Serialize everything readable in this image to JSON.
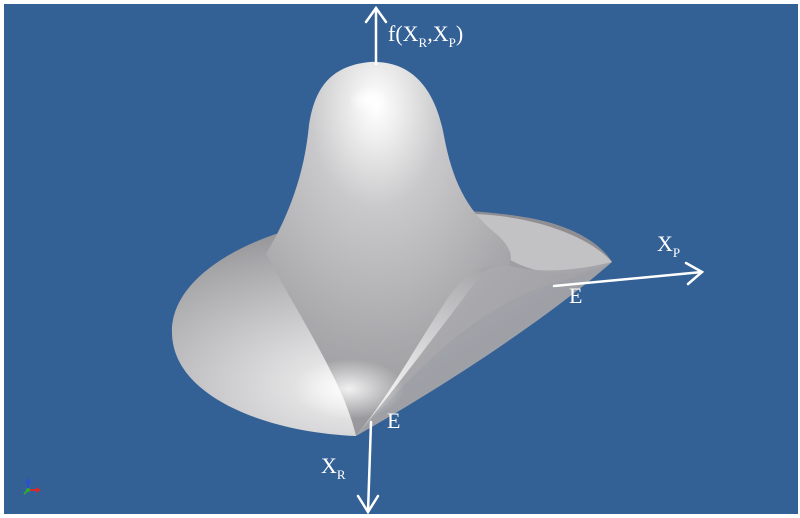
{
  "viewport": {
    "background": "#336095"
  },
  "labels": {
    "f_prefix": "f(X",
    "f_sub1": "R",
    "f_mid": ",X",
    "f_sub2": "P",
    "f_suffix": ")",
    "xp_main": "X",
    "xp_sub": "P",
    "xr_main": "X",
    "xr_sub": "R",
    "e_right": "E",
    "e_bottom": "E"
  },
  "colors": {
    "axis": "#ffffff",
    "surface": "#b9b9bb",
    "triad_x": "#d62a2a",
    "triad_y": "#2fa83a",
    "triad_z": "#2a4fd6"
  },
  "icons": {
    "orientation_triad": "xyz-axis-triad-icon"
  }
}
